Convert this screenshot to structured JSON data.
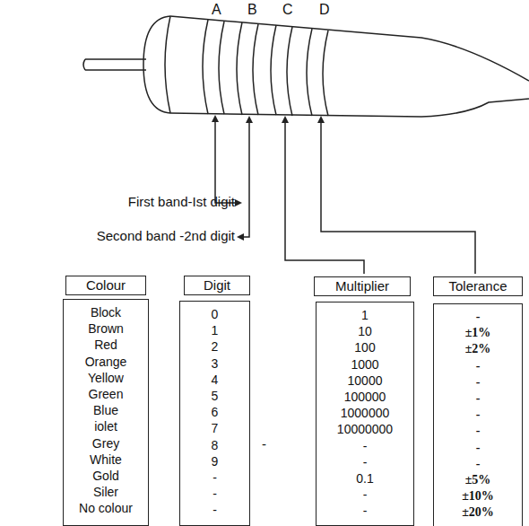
{
  "diagram": {
    "nodes": [
      {
        "text": [
          "Colour"
        ]
      },
      {
        "text": [
          "Digit"
        ]
      },
      {
        "text": [
          "Multiplier"
        ]
      },
      {
        "text": [
          "Tolerance"
        ]
      },
      {
        "text": [
          "Block",
          "Brown",
          "Red",
          "Orange",
          "Yellow",
          "Green",
          "Blue",
          "iolet",
          "Grey",
          "White",
          "Gold",
          "Siler",
          "No colour"
        ]
      },
      {
        "text": [
          "0",
          "1",
          "2",
          "3",
          "4",
          "5",
          "6",
          "7",
          "8",
          "9",
          "-",
          "-",
          "-"
        ]
      },
      {
        "text": [
          "1",
          "10",
          "100",
          "1000",
          "10000",
          "100000",
          "1000000",
          "10000000",
          "-",
          "-",
          "0.1",
          "-",
          "-"
        ]
      },
      {
        "text": [
          "-",
          "±1%",
          "±2%",
          "-",
          "-",
          "-",
          "-",
          "-",
          "-",
          "-",
          "±5%",
          "±10%",
          "±20%"
        ]
      }
    ],
    "labels": [
      "A",
      "B",
      "C",
      "D",
      "First band-Ist digit",
      "Second band -2nd digit",
      "-"
    ]
  }
}
